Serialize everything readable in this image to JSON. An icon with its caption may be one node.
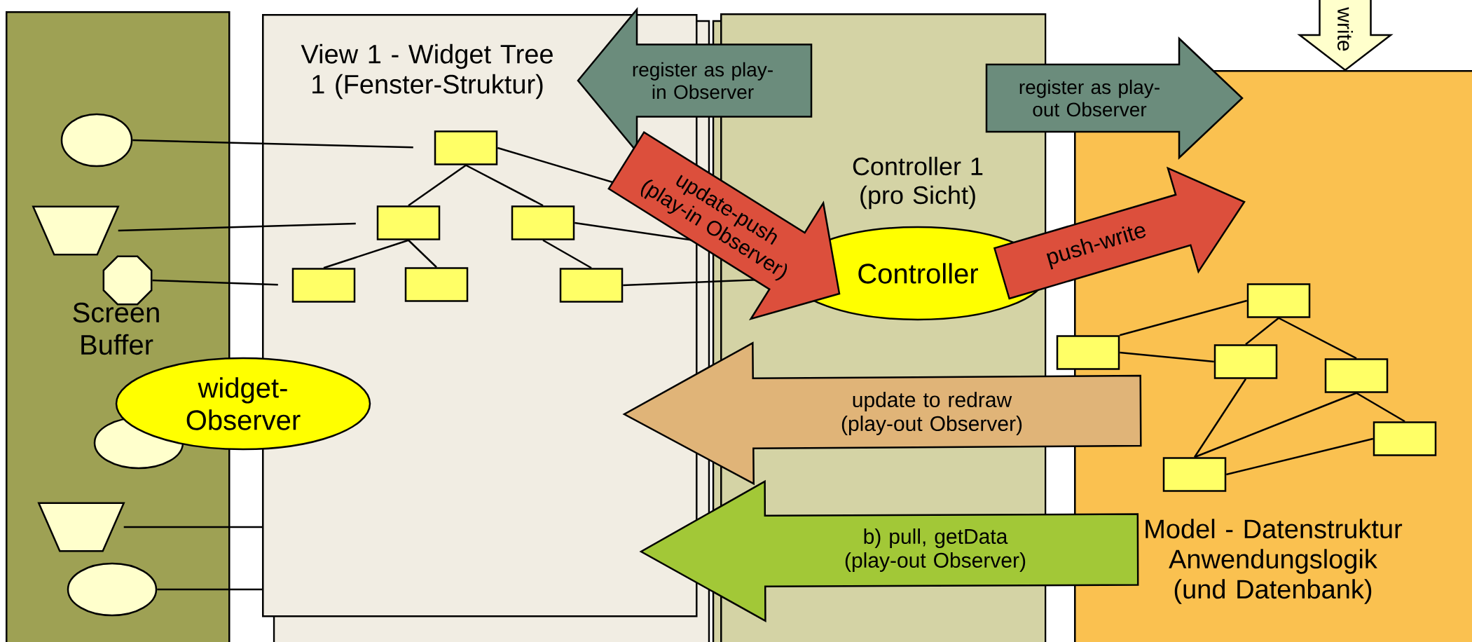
{
  "diagram": {
    "nodes": [
      {
        "text": [
          "Screen Buffer"
        ]
      },
      {
        "text": [],
        "shape": "ellipse",
        "in": 0
      },
      {
        "text": [],
        "shape": "trapezoid",
        "in": 0
      },
      {
        "text": [],
        "shape": "octagon",
        "in": 0
      },
      {
        "text": [],
        "shape": "ellipse",
        "in": 0
      },
      {
        "text": [],
        "shape": "trapezoid",
        "in": 0
      },
      {
        "text": [],
        "shape": "ellipse",
        "in": 0
      },
      {
        "text": [
          "View 1 - Widget Tree 1 (Fenster-Struktur)"
        ]
      },
      {
        "text": [],
        "shape": "box",
        "in": 7
      },
      {
        "text": [],
        "shape": "box",
        "in": 7
      },
      {
        "text": [],
        "shape": "box",
        "in": 7
      },
      {
        "text": [],
        "shape": "box",
        "in": 7
      },
      {
        "text": [],
        "shape": "box",
        "in": 7
      },
      {
        "text": [],
        "shape": "box",
        "in": 7
      },
      {
        "text": [
          "widget-Observer"
        ]
      },
      {
        "text": [
          "Controller 1 (pro Sicht)"
        ]
      },
      {
        "text": [
          "Controller"
        ],
        "in": 15
      },
      {
        "text": [
          "Model - Datenstruktur Anwendungslogik (und Datenbank)"
        ]
      },
      {
        "text": [],
        "shape": "box",
        "in": 17
      },
      {
        "text": [],
        "shape": "box",
        "in": 17
      },
      {
        "text": [],
        "shape": "box",
        "in": 17
      },
      {
        "text": [],
        "shape": "box",
        "in": 17
      },
      {
        "text": [],
        "shape": "box",
        "in": 17
      },
      {
        "text": [],
        "shape": "box",
        "in": 17
      }
    ],
    "edges": [
      {
        "from": 1,
        "to": 8,
        "arrow": "none"
      },
      {
        "from": 2,
        "to": 9,
        "arrow": "none"
      },
      {
        "from": 3,
        "to": 11,
        "arrow": "none"
      },
      {
        "from": 5,
        "to": 7,
        "arrow": "none"
      },
      {
        "from": 6,
        "to": 7,
        "arrow": "none"
      },
      {
        "from": 8,
        "to": 9,
        "arrow": "none"
      },
      {
        "from": 8,
        "to": 10,
        "arrow": "none"
      },
      {
        "from": 9,
        "to": 11,
        "arrow": "none"
      },
      {
        "from": 9,
        "to": 12,
        "arrow": "none"
      },
      {
        "from": 10,
        "to": 13,
        "arrow": "none"
      },
      {
        "from": 8,
        "to": 16,
        "arrow": "none"
      },
      {
        "from": 10,
        "to": 16,
        "arrow": "none"
      },
      {
        "from": 13,
        "to": 16,
        "arrow": "none"
      },
      {
        "from": 18,
        "to": 19,
        "arrow": "none"
      },
      {
        "from": 19,
        "to": 20,
        "arrow": "none"
      },
      {
        "from": 18,
        "to": 20,
        "arrow": "none"
      },
      {
        "from": 18,
        "to": 21,
        "arrow": "none"
      },
      {
        "from": 21,
        "to": 22,
        "arrow": "none"
      },
      {
        "from": 20,
        "to": 23,
        "arrow": "none"
      },
      {
        "from": 21,
        "to": 23,
        "arrow": "none"
      },
      {
        "from": 23,
        "to": 22,
        "arrow": "none"
      },
      {
        "from": 15,
        "to": 7,
        "arrow": "to",
        "label": "register as play-in Observer",
        "style": "thick",
        "color": "#6b8c7c"
      },
      {
        "from": 15,
        "to": 17,
        "arrow": "to",
        "label": "register as play-out Observer",
        "style": "thick",
        "color": "#6b8c7c"
      },
      {
        "from": 7,
        "to": 16,
        "arrow": "to",
        "label": "update-push (play-in Observer)",
        "style": "thick",
        "color": "#dc4f3c"
      },
      {
        "from": 16,
        "to": 17,
        "arrow": "to",
        "label": "push-write",
        "style": "thick",
        "color": "#dc4f3c"
      },
      {
        "from": null,
        "to": 17,
        "arrow": "to",
        "label": "write",
        "style": "thick",
        "color": "#ffffcc"
      },
      {
        "from": 17,
        "to": 7,
        "arrow": "to",
        "label": "update to redraw (play-out Observer)",
        "style": "thick",
        "color": "#e0b478"
      },
      {
        "from": 17,
        "to": 7,
        "arrow": "to",
        "label": "b) pull, getData (play-out Observer)",
        "style": "thick",
        "color": "#a2c837"
      }
    ]
  }
}
